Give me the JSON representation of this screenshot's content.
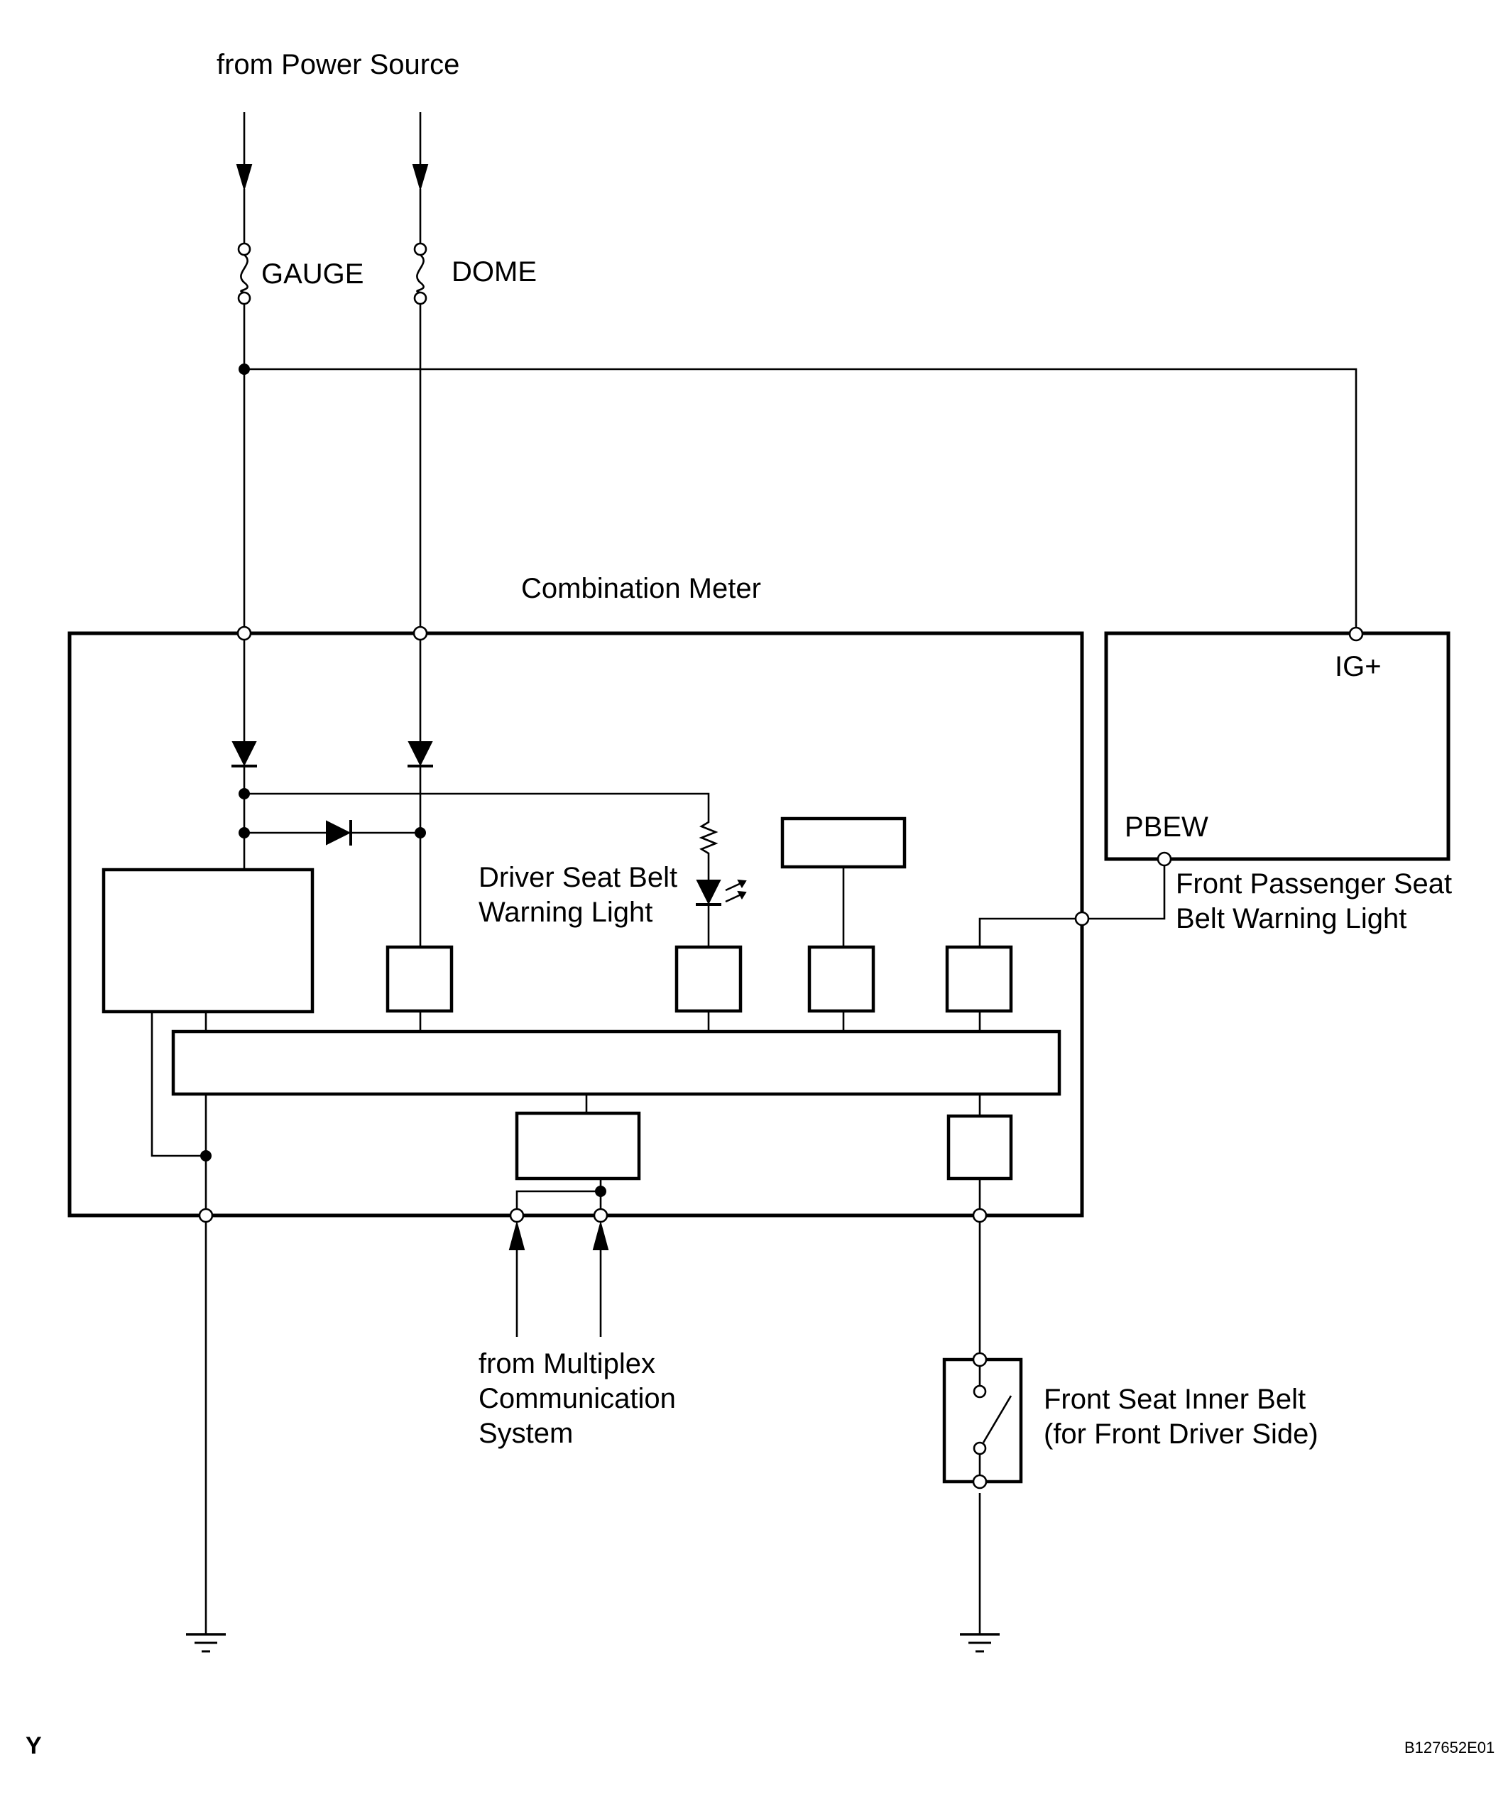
{
  "labels": {
    "power_source": "from Power Source",
    "fuse_gauge": "GAUGE",
    "fuse_dome": "DOME",
    "combination_meter": "Combination Meter",
    "ig_plus": "IG+",
    "pbew": "PBEW",
    "driver_light": [
      "Driver Seat Belt",
      "Warning Light"
    ],
    "passenger_light": [
      "Front Passenger Seat",
      "Belt Warning Light"
    ],
    "multiplex": [
      "from Multiplex",
      "Communication",
      "System"
    ],
    "inner_belt": [
      "Front Seat Inner Belt",
      "(for Front Driver Side)"
    ]
  },
  "corner_mark": "Y",
  "figure_code": "B127652E01"
}
